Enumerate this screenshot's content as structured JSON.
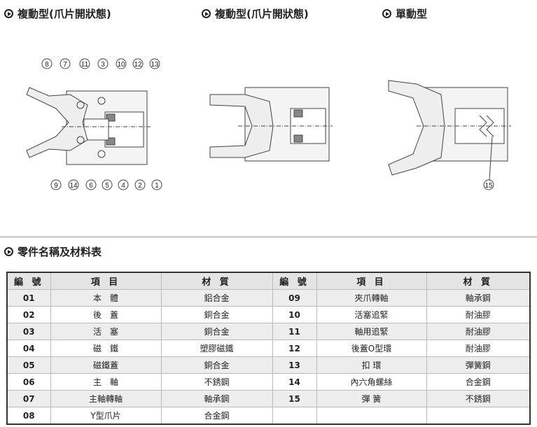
{
  "headings": {
    "double1": "複動型(爪片開狀態)",
    "double2": "複動型(爪片開狀態)",
    "single": "單動型",
    "parts": "零件名稱及材料表"
  },
  "callouts_top": [
    "8",
    "7",
    "11",
    "3",
    "10",
    "12",
    "13"
  ],
  "callouts_bottom": [
    "9",
    "14",
    "6",
    "5",
    "4",
    "2",
    "1"
  ],
  "callout_single": "15",
  "table": {
    "headers": [
      "編 號",
      "項 目",
      "材 質",
      "編 號",
      "項 目",
      "材 質"
    ],
    "rows": [
      [
        "01",
        "本　體",
        "鋁合金",
        "09",
        "夾爪轉軸",
        "軸承鋼"
      ],
      [
        "02",
        "後　蓋",
        "銅合金",
        "10",
        "活塞追緊",
        "耐油膠"
      ],
      [
        "03",
        "活　塞",
        "銅合金",
        "11",
        "軸用追緊",
        "耐油膠"
      ],
      [
        "04",
        "磁　鐵",
        "塑膠磁鐵",
        "12",
        "後蓋O型環",
        "耐油膠"
      ],
      [
        "05",
        "磁鐵蓋",
        "銅合金",
        "13",
        "扣 環",
        "彈簧鋼"
      ],
      [
        "06",
        "主　軸",
        "不銹鋼",
        "14",
        "內六角螺絲",
        "合金鋼"
      ],
      [
        "07",
        "主軸轉軸",
        "軸承鋼",
        "15",
        "彈 簧",
        "不銹鋼"
      ],
      [
        "08",
        "Y型爪片",
        "合金鋼",
        "",
        "",
        ""
      ]
    ]
  }
}
